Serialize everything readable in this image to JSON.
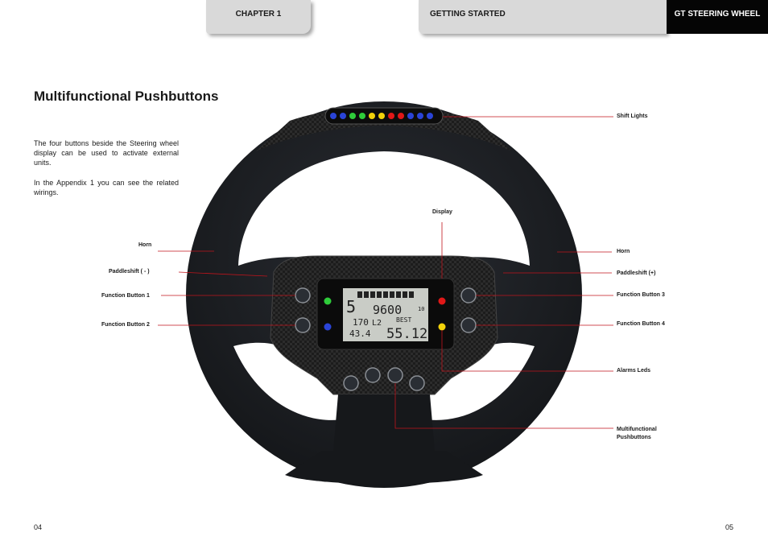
{
  "header": {
    "chapter": "CHAPTER 1",
    "section": "GETTING STARTED",
    "product": "GT STEERING WHEEL"
  },
  "title": "Multifunctional Pushbuttons",
  "intro": {
    "p1": "The four buttons beside the Steering wheel display can be used to activate external units.",
    "p2": "In the Appendix 1 you can see the related wirings."
  },
  "labels": {
    "shift_lights": "Shift Lights",
    "display": "Display",
    "horn_left": "Horn",
    "horn_right": "Horn",
    "paddle_minus": "Paddleshift  ( - )",
    "paddle_plus": "Paddleshift (+)",
    "fb1": "Function Button 1",
    "fb2": "Function Button 2",
    "fb3": "Function Button 3",
    "fb4": "Function Button 4",
    "alarms": "Alarms Leds",
    "multi_line1": "Multifunctional",
    "multi_line2": "Pushbuttons"
  },
  "lcd": {
    "gear": "5",
    "rpm": "9600",
    "ect": "170",
    "lap": "L2",
    "best": "BEST",
    "laptime": "55.12",
    "small": "43.4",
    "ten": "10"
  },
  "pages": {
    "left": "04",
    "right": "05"
  },
  "colors": {
    "leader": "#c0141c",
    "led_green": "#2ecc3a",
    "led_blue": "#2a44d8",
    "led_red": "#e01818",
    "led_yellow": "#f2d20a"
  }
}
